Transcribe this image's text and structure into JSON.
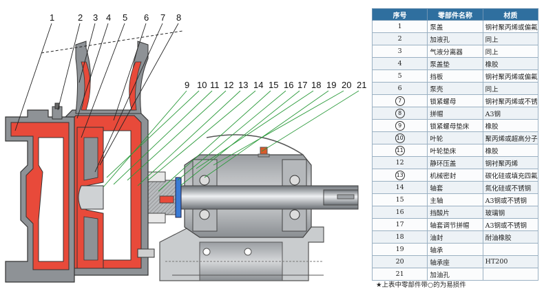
{
  "callouts": [
    "1",
    "2",
    "3",
    "4",
    "5",
    "6",
    "7",
    "8",
    "9",
    "10",
    "11",
    "12",
    "13",
    "14",
    "15",
    "16",
    "17",
    "18",
    "19",
    "20",
    "21"
  ],
  "colors": {
    "metal": "#8e9296",
    "metal_dark": "#5f6468",
    "lining": "#e84a3a",
    "green_leader": "#2a9a3a"
  },
  "table": {
    "headers": {
      "no": "序号",
      "name": "零部件名称",
      "material": "材质"
    },
    "rows": [
      {
        "no": "1",
        "circled": false,
        "name": "泵盖",
        "material": "钢衬聚丙烯或偏氟乙烯"
      },
      {
        "no": "2",
        "circled": false,
        "name": "加液孔",
        "material": "同上"
      },
      {
        "no": "3",
        "circled": false,
        "name": "气液分离器",
        "material": "同上"
      },
      {
        "no": "4",
        "circled": false,
        "name": "泵盖垫",
        "material": "橡胶"
      },
      {
        "no": "5",
        "circled": false,
        "name": "挡板",
        "material": "钢衬聚丙烯或偏氟乙烯"
      },
      {
        "no": "6",
        "circled": false,
        "name": "泵壳",
        "material": "同上"
      },
      {
        "no": "7",
        "circled": true,
        "name": "锁紧螺母",
        "material": "钢衬聚丙烯或不锈钢"
      },
      {
        "no": "8",
        "circled": true,
        "name": "拼帽",
        "material": "A3钢"
      },
      {
        "no": "9",
        "circled": true,
        "name": "锁紧螺母垫床",
        "material": "橡胶"
      },
      {
        "no": "10",
        "circled": true,
        "name": "叶轮",
        "material": "聚丙烯或超高分子量聚乙烯"
      },
      {
        "no": "11",
        "circled": true,
        "name": "叶轮垫床",
        "material": "橡胶"
      },
      {
        "no": "12",
        "circled": false,
        "name": "静环压盖",
        "material": "钢衬聚丙烯"
      },
      {
        "no": "13",
        "circled": true,
        "name": "机械密封",
        "material": "碳化硅或填充四氟"
      },
      {
        "no": "14",
        "circled": false,
        "name": "轴套",
        "material": "氮化硅或不锈钢"
      },
      {
        "no": "15",
        "circled": false,
        "name": "主轴",
        "material": "A3钢或不锈钢"
      },
      {
        "no": "16",
        "circled": false,
        "name": "挡酸片",
        "material": "玻璃钢"
      },
      {
        "no": "17",
        "circled": false,
        "name": "轴套调节拼帽",
        "material": "A3钢或不锈钢"
      },
      {
        "no": "18",
        "circled": false,
        "name": "油封",
        "material": "耐油橡胶"
      },
      {
        "no": "19",
        "circled": false,
        "name": "轴承",
        "material": ""
      },
      {
        "no": "20",
        "circled": false,
        "name": "轴承座",
        "material": "HT200"
      },
      {
        "no": "21",
        "circled": false,
        "name": "加油孔",
        "material": ""
      }
    ]
  },
  "footnote": "★上表中零部件带○的为易损件"
}
